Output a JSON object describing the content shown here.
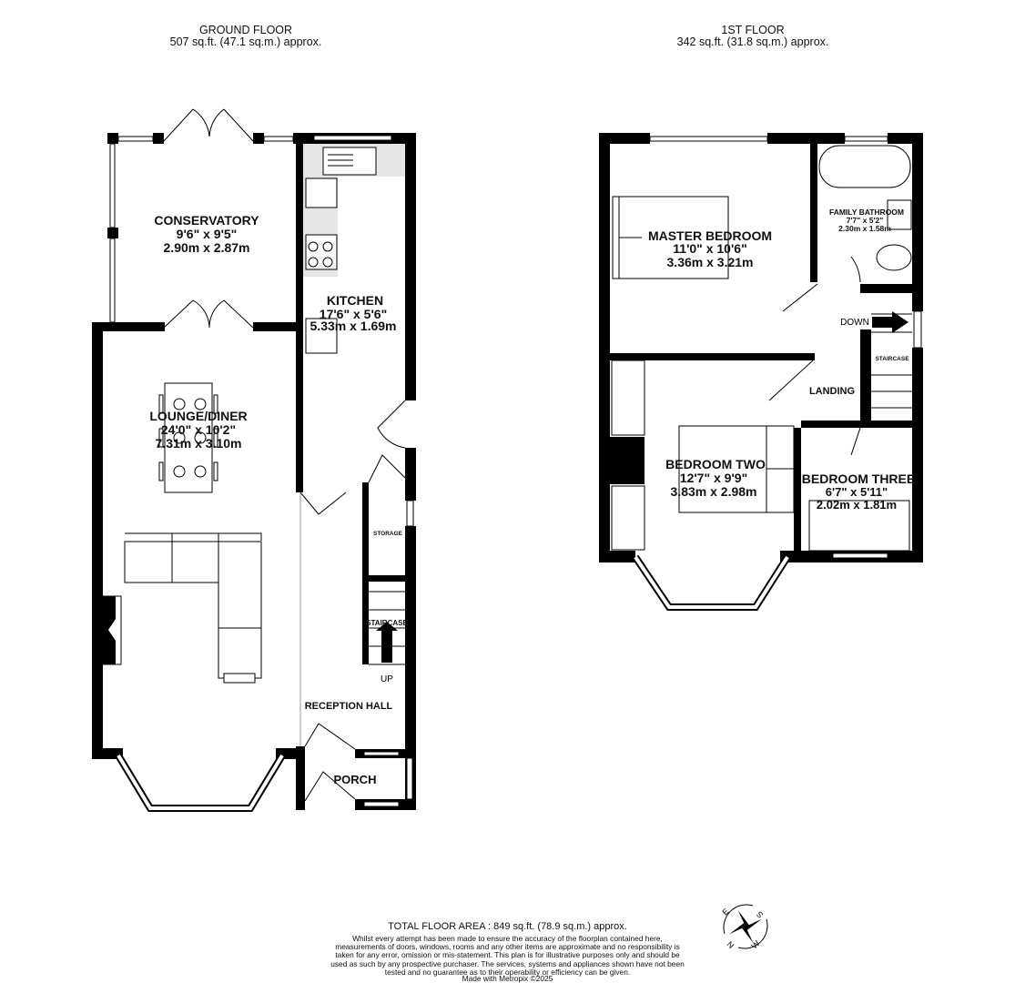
{
  "ground_floor": {
    "title": "GROUND FLOOR",
    "area": "507 sq.ft. (47.1 sq.m.) approx.",
    "rooms": [
      {
        "name": "CONSERVATORY",
        "imperial": "9'6\"  x 9'5\"",
        "metric": "2.90m  x 2.87m"
      },
      {
        "name": "KITCHEN",
        "imperial": "17'6\"  x 5'6\"",
        "metric": "5.33m  x 1.69m"
      },
      {
        "name": "LOUNGE/DINER",
        "imperial": "24'0\"  x 10'2\"",
        "metric": "7.31m  x 3.10m"
      },
      {
        "name": "STORAGE"
      },
      {
        "name": "STAIRCASE"
      },
      {
        "name": "UP"
      },
      {
        "name": "RECEPTION HALL"
      },
      {
        "name": "PORCH"
      }
    ]
  },
  "first_floor": {
    "title": "1ST FLOOR",
    "area": "342 sq.ft. (31.8 sq.m.) approx.",
    "rooms": [
      {
        "name": "MASTER BEDROOM",
        "imperial": "11'0\"  x 10'6\"",
        "metric": "3.36m  x 3.21m"
      },
      {
        "name": "FAMILY BATHROOM",
        "imperial": "7'7\"  x 5'2\"",
        "metric": "2.30m  x 1.58m"
      },
      {
        "name": "DOWN"
      },
      {
        "name": "STAIRCASE"
      },
      {
        "name": "LANDING"
      },
      {
        "name": "BEDROOM TWO",
        "imperial": "12'7\"  x 9'9\"",
        "metric": "3.83m  x 2.98m"
      },
      {
        "name": "BEDROOM THREE",
        "imperial": "6'7\"  x 5'11\"",
        "metric": "2.02m  x 1.81m"
      }
    ]
  },
  "footer": {
    "total": "TOTAL FLOOR AREA : 849 sq.ft. (78.9 sq.m.) approx.",
    "disclaimer": "Whilst every attempt has been made to ensure the accuracy of the floorplan contained here, measurements of doors, windows, rooms and any other items are approximate and no responsibility is taken for any error, omission or mis-statement. This plan is for illustrative purposes only and should be used as such by any prospective purchaser. The services, systems and appliances shown have not been tested and no guarantee as to their operability or efficiency can be given.",
    "credit": "Made with Metropix ©2025"
  },
  "compass": {
    "icon": "compass-icon",
    "letters": [
      "N",
      "E",
      "S",
      "W"
    ]
  }
}
